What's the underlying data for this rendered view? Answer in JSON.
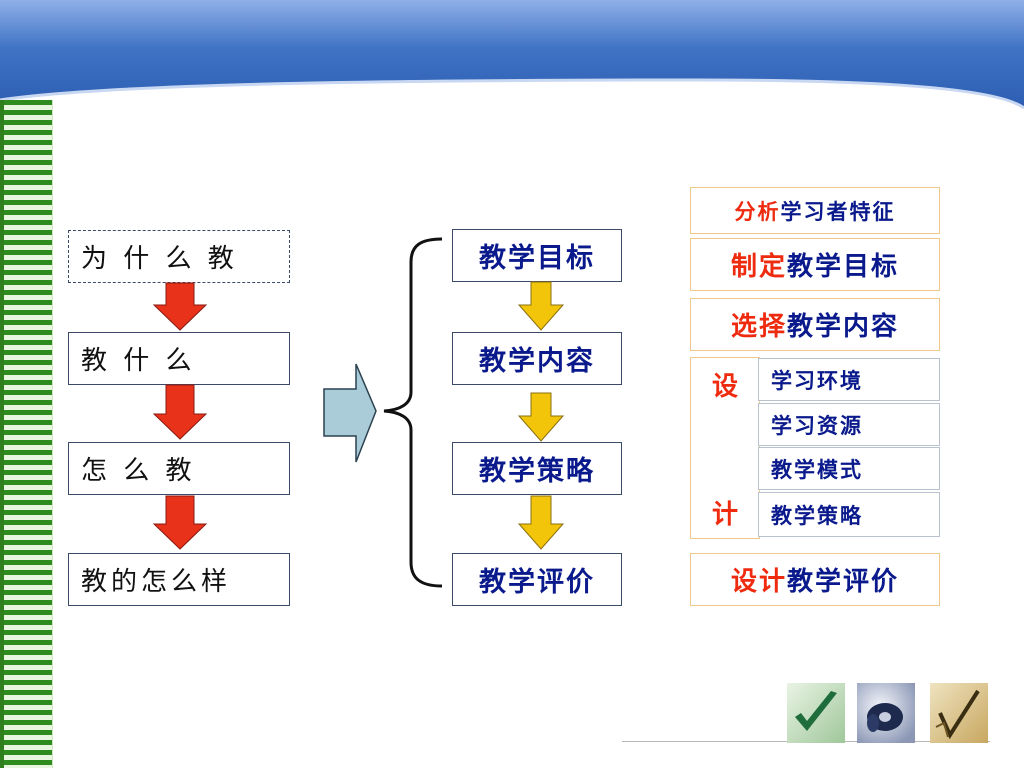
{
  "questions": [
    "为 什 么 教",
    "教  什  么",
    "怎  么  教",
    "教的怎么样"
  ],
  "teaching": [
    "教学目标",
    "教学内容",
    "教学策略",
    "教学评价"
  ],
  "steps": {
    "analysis": {
      "verb": "分析",
      "object": "学习者特征"
    },
    "goal": {
      "verb": "制定",
      "object": "教学目标"
    },
    "content": {
      "verb": "选择",
      "object": "教学内容"
    },
    "design": {
      "chars": [
        "设",
        "计"
      ],
      "items": [
        "学习环境",
        "学习资源",
        "教学模式",
        "教学策略"
      ]
    },
    "evaluation": {
      "verb": "设计",
      "object": "教学评价"
    }
  },
  "colors": {
    "banner": "#3f73c4",
    "stripe": "#2e8b1e",
    "red_arrow": "#e8321a",
    "yellow_arrow": "#f2c40a",
    "side_arrow": "#a9ccd8",
    "emphasis": "#ee2a0f",
    "navy_text": "#0a1a8c"
  },
  "icons": [
    "checkmark-tile-icon",
    "disc-tile-icon",
    "checkmark-gold-tile-icon"
  ]
}
